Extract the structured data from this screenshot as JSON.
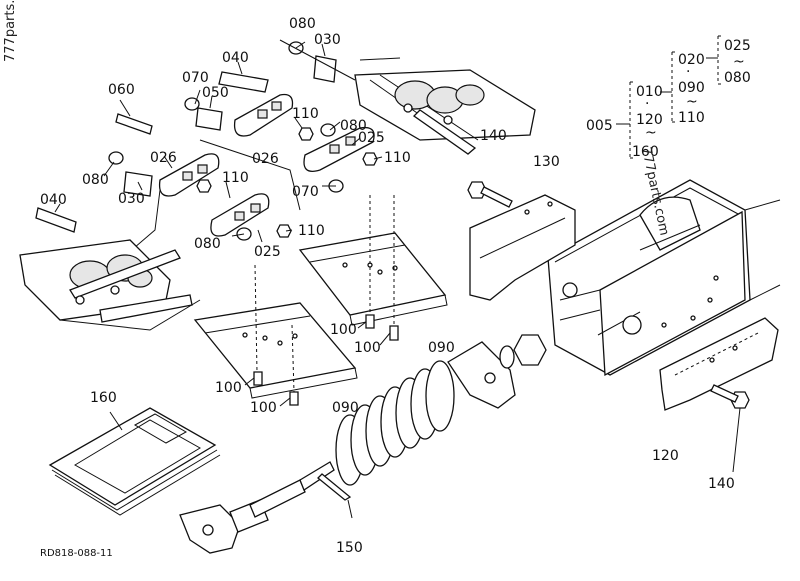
{
  "watermarks": [
    "777parts.c",
    "777parts.com"
  ],
  "drawing_code": "RD818-088-11",
  "part_labels": {
    "p005": "005",
    "p010": "010",
    "p120a": "120",
    "p160a": "160",
    "p020": "020",
    "p090a": "090",
    "p110a": "110",
    "p025a": "025",
    "p080a": "080",
    "p080b": "080",
    "p030a": "030",
    "p040a": "040",
    "p070a": "070",
    "p050": "050",
    "p060": "060",
    "p110b": "110",
    "p080c": "080",
    "p025b": "025",
    "p110c": "110",
    "p026a": "026",
    "p026b": "026",
    "p080d": "080",
    "p030b": "030",
    "p040b": "040",
    "p070b": "070",
    "p110d": "110",
    "p080e": "080",
    "p025c": "025",
    "p110e": "110",
    "p140a": "140",
    "p130": "130",
    "p100a": "100",
    "p100b": "100",
    "p090b": "090",
    "p100c": "100",
    "p100d": "100",
    "p090c": "090",
    "p160b": "160",
    "p120b": "120",
    "p140b": "140",
    "p150": "150"
  },
  "range_symbols": {
    "dot": "·",
    "tilde": "~"
  }
}
